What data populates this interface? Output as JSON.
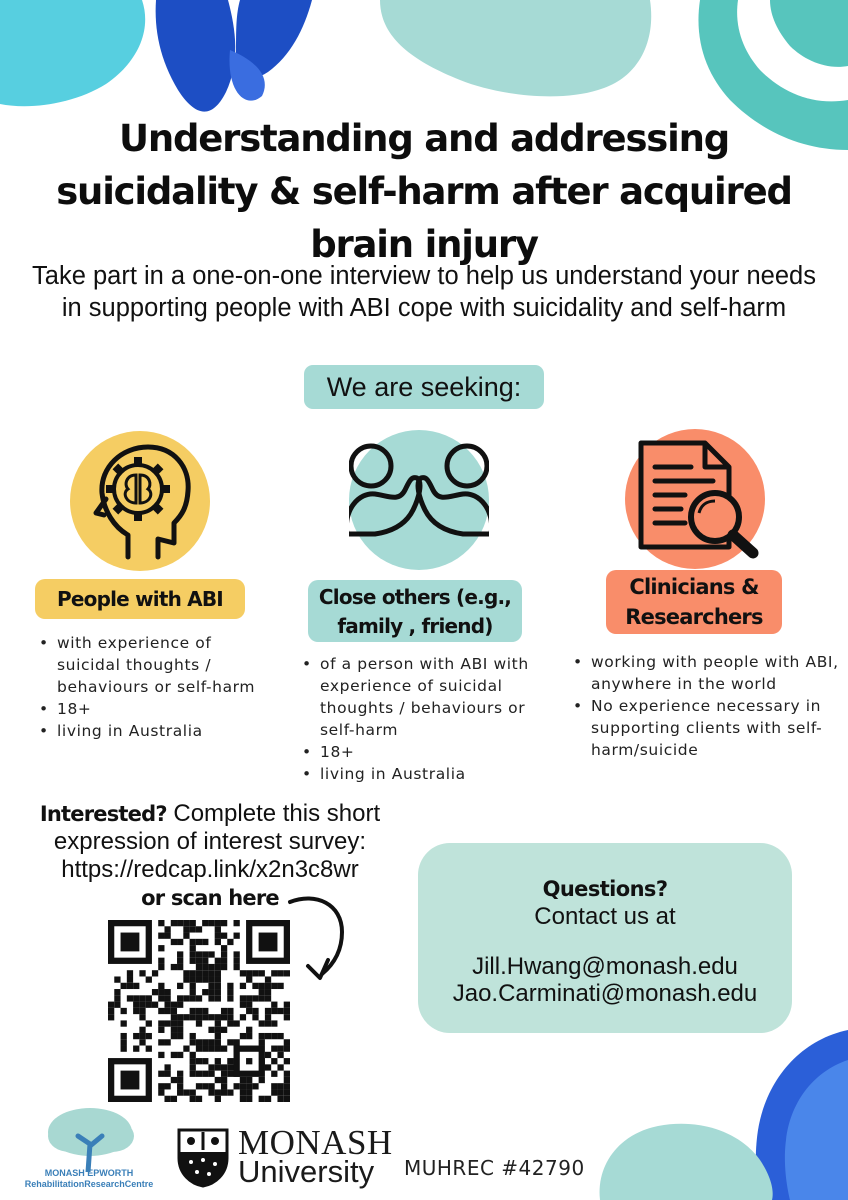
{
  "title_lines": [
    "Understanding and addressing",
    "suicidality & self-harm after acquired",
    "brain injury"
  ],
  "subtitle": "Take part in a one-on-one interview to help us understand your needs in supporting people with ABI cope with suicidality and self-harm",
  "seeking_label": "We are seeking:",
  "groups": [
    {
      "heading": "People with ABI",
      "icon": "head-with-gear-brain-icon",
      "color": "#f5cd63",
      "criteria": [
        "with experience of suicidal thoughts / behaviours or self-harm",
        "18+",
        "living in Australia"
      ]
    },
    {
      "heading_lines": [
        "Close others (e.g.,",
        "family , friend)"
      ],
      "icon": "two-people-talking-icon",
      "color": "#a6dad5",
      "criteria": [
        "of a person with ABI with experience of suicidal thoughts / behaviours or self-harm",
        "18+",
        "living in Australia"
      ]
    },
    {
      "heading_lines": [
        "Clinicians &",
        "Researchers"
      ],
      "icon": "document-magnifier-icon",
      "color": "#f98d6a",
      "criteria": [
        "working with people with ABI, anywhere in the world",
        "No experience necessary in supporting clients with self-harm/suicide"
      ]
    }
  ],
  "interest": {
    "lead": "Interested?",
    "line1": "Complete this short",
    "line2": "expression of interest survey:",
    "link": "https://redcap.link/x2n3c8wr",
    "scan": "or scan here"
  },
  "contact": {
    "questions": "Questions?",
    "contact_line": "Contact us at",
    "emails": [
      "Jill.Hwang@monash.edu",
      "Jao.Carminati@monash.edu"
    ]
  },
  "footer": {
    "mep_line1": "MONASH EPWORTH",
    "mep_line2": "RehabilitationResearchCentre",
    "monash_word": "MONASH",
    "university_word": "University",
    "ethics": "MUHREC #42790"
  },
  "colors": {
    "yellow": "#f5cd63",
    "teal": "#a6dad5",
    "coral": "#f98d6a",
    "mint": "#bfe3da",
    "navy": "#1f4fc4",
    "cyan": "#57cfe0"
  }
}
